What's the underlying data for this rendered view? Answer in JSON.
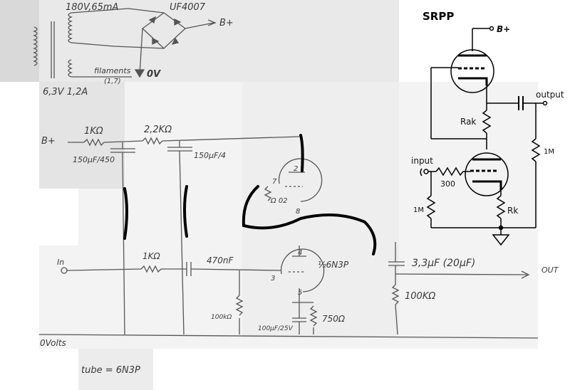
{
  "hand_schematic": {
    "power_supply": {
      "transformer_rating": "180V,65mA",
      "rectifier": "UF4007",
      "bplus_out": "B+",
      "filaments_label": "filaments",
      "filaments_pins": "(1,7)",
      "heater_rating": "6,3V 1,2A",
      "zero_volt": "0V"
    },
    "filter": {
      "bplus": "B+",
      "r1": "1KΩ",
      "r2": "2,2KΩ",
      "c1": "150µF/450",
      "c2": "150µF/4"
    },
    "signal": {
      "in_label": "In",
      "r_in": "1KΩ",
      "c_in": "470nF",
      "tube_half": "½6N3P",
      "pin_upper_plate": "2",
      "pin_upper_grid": "7",
      "pin_upper_cathode": "8",
      "pin_lower_plate": "4",
      "pin_lower_grid": "3",
      "pin_lower_cathode": "5",
      "r_mid": "Ω 02",
      "r_grid": "100kΩ",
      "c_k": "100µF/25V",
      "r_k": "750Ω",
      "c_out": "3,3µF (20µF)",
      "r_out": "100KΩ",
      "out_label": "OUT"
    },
    "ground_label": "0Volts",
    "tube_note": "tube = 6N3P"
  },
  "srpp_schematic": {
    "title": "SRPP",
    "bplus": "B+",
    "rak": "Rak",
    "rk": "Rk",
    "input": "input",
    "output": "output",
    "r300": "300",
    "r1m_left": "1M",
    "r1m_right": "1M"
  }
}
